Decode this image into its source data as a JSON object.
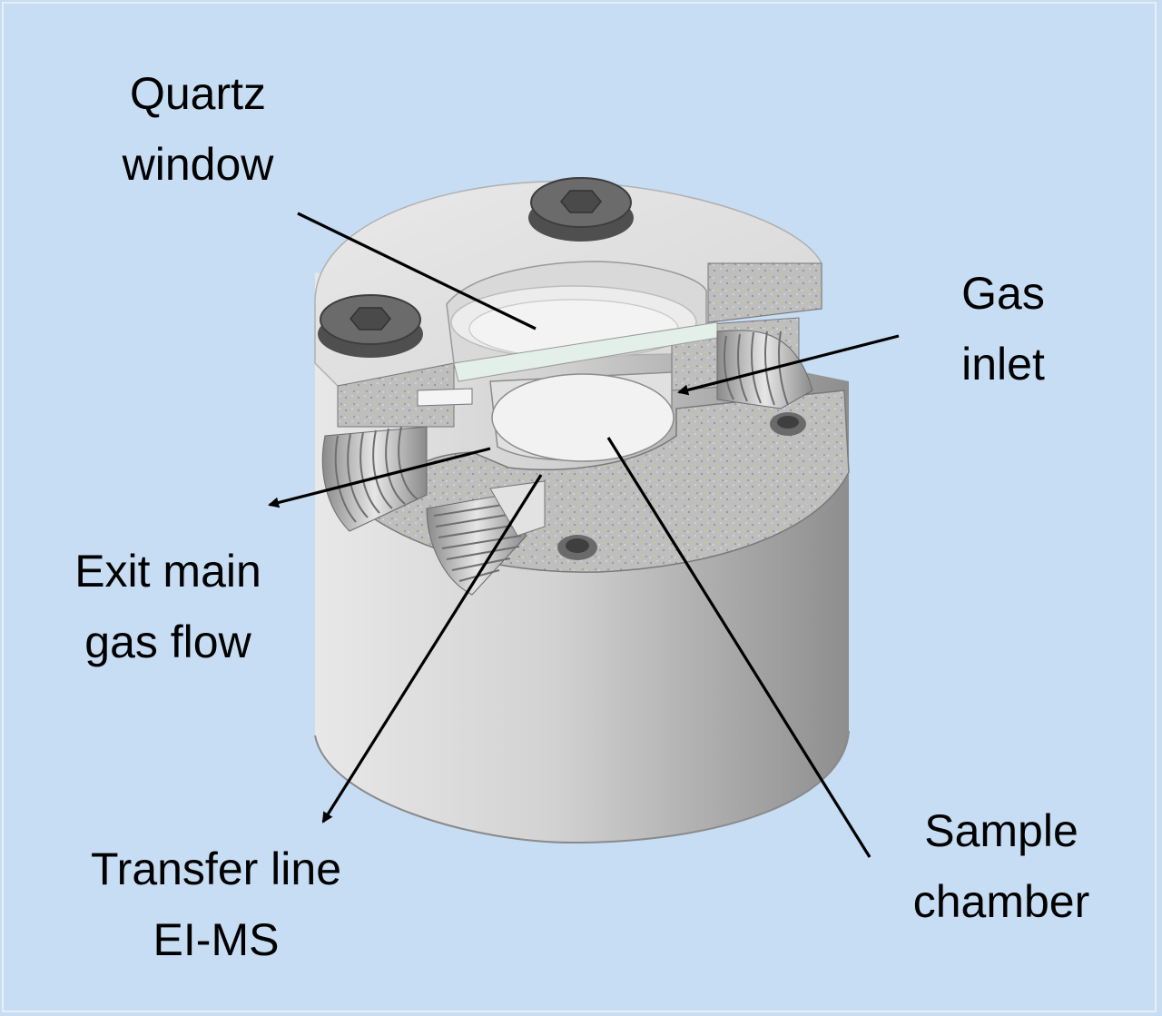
{
  "labels": {
    "quartz_window": [
      "Quartz",
      "window"
    ],
    "gas_inlet": [
      "Gas",
      "inlet"
    ],
    "exit_main_gas_flow": [
      "Exit main",
      "gas flow"
    ],
    "transfer_line": [
      "Transfer line",
      "EI-MS"
    ],
    "sample_chamber": [
      "Sample",
      "chamber"
    ]
  },
  "colors": {
    "background": "#c7ddf3",
    "body_light": "#e4e4e4",
    "body_mid": "#c9c9c9",
    "body_dark": "#9a9a9a",
    "cut_face": "#bdbdbd",
    "speckle": "#d7d35a",
    "screw": "#5f5f5f",
    "leader_line": "#000000"
  },
  "icons": [
    "hex-socket-screw-icon",
    "threaded-port-icon",
    "arrowhead-icon"
  ]
}
